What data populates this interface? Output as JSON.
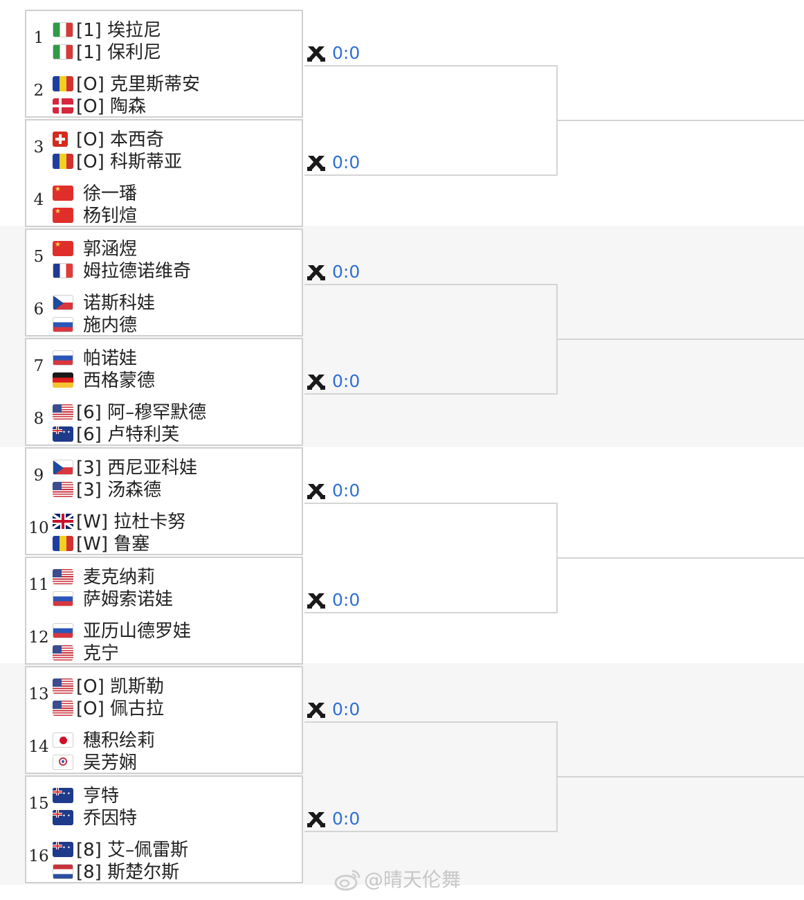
{
  "colors": {
    "score": "#2f6fd6",
    "watermark": "#c7c7c7",
    "line": "#d4d4d4"
  },
  "score_icon": "crossed-rackets-icon",
  "matches": [
    {
      "score": "0:0",
      "teams": [
        {
          "seed": "1",
          "players": [
            {
              "flag": "it",
              "name": "[1] 埃拉尼"
            },
            {
              "flag": "it",
              "name": "[1] 保利尼"
            }
          ]
        },
        {
          "seed": "2",
          "players": [
            {
              "flag": "ro",
              "name": "[O] 克里斯蒂安"
            },
            {
              "flag": "dk",
              "name": "[O] 陶森"
            }
          ]
        }
      ]
    },
    {
      "score": "0:0",
      "teams": [
        {
          "seed": "3",
          "players": [
            {
              "flag": "ch",
              "name": "[O] 本西奇"
            },
            {
              "flag": "ro",
              "name": "[O] 科斯蒂亚"
            }
          ]
        },
        {
          "seed": "4",
          "players": [
            {
              "flag": "cn",
              "name": "徐一璠"
            },
            {
              "flag": "cn",
              "name": "杨钊煊"
            }
          ]
        }
      ]
    },
    {
      "score": "0:0",
      "teams": [
        {
          "seed": "5",
          "players": [
            {
              "flag": "cn",
              "name": "郭涵煜"
            },
            {
              "flag": "fr",
              "name": "姆拉德诺维奇"
            }
          ]
        },
        {
          "seed": "6",
          "players": [
            {
              "flag": "cz",
              "name": "诺斯科娃"
            },
            {
              "flag": "ru",
              "name": "施内德"
            }
          ]
        }
      ]
    },
    {
      "score": "0:0",
      "teams": [
        {
          "seed": "7",
          "players": [
            {
              "flag": "ru",
              "name": "帕诺娃"
            },
            {
              "flag": "de",
              "name": "西格蒙德"
            }
          ]
        },
        {
          "seed": "8",
          "players": [
            {
              "flag": "us",
              "name": "[6] 阿–穆罕默德"
            },
            {
              "flag": "au",
              "name": "[6] 卢特利芙"
            }
          ]
        }
      ]
    },
    {
      "score": "0:0",
      "teams": [
        {
          "seed": "9",
          "players": [
            {
              "flag": "cz",
              "name": "[3] 西尼亚科娃"
            },
            {
              "flag": "us",
              "name": "[3] 汤森德"
            }
          ]
        },
        {
          "seed": "10",
          "players": [
            {
              "flag": "gb",
              "name": "[W] 拉杜卡努"
            },
            {
              "flag": "ro",
              "name": "[W] 鲁塞"
            }
          ]
        }
      ]
    },
    {
      "score": "0:0",
      "teams": [
        {
          "seed": "11",
          "players": [
            {
              "flag": "us",
              "name": "麦克纳莉"
            },
            {
              "flag": "ru",
              "name": "萨姆索诺娃"
            }
          ]
        },
        {
          "seed": "12",
          "players": [
            {
              "flag": "ru",
              "name": "亚历山德罗娃"
            },
            {
              "flag": "us",
              "name": "克宁"
            }
          ]
        }
      ]
    },
    {
      "score": "0:0",
      "teams": [
        {
          "seed": "13",
          "players": [
            {
              "flag": "us",
              "name": "[O] 凯斯勒"
            },
            {
              "flag": "us",
              "name": "[O] 佩古拉"
            }
          ]
        },
        {
          "seed": "14",
          "players": [
            {
              "flag": "jp",
              "name": "穗积绘莉"
            },
            {
              "flag": "tpe",
              "name": "吴芳娴"
            }
          ]
        }
      ]
    },
    {
      "score": "0:0",
      "teams": [
        {
          "seed": "15",
          "players": [
            {
              "flag": "au",
              "name": "亨特"
            },
            {
              "flag": "au",
              "name": "乔因特"
            }
          ]
        },
        {
          "seed": "16",
          "players": [
            {
              "flag": "au",
              "name": "[8] 艾–佩雷斯"
            },
            {
              "flag": "nl",
              "name": "[8] 斯楚尔斯"
            }
          ]
        }
      ]
    }
  ],
  "watermark": {
    "icon": "weibo-icon",
    "text": "@晴天伦舞"
  }
}
